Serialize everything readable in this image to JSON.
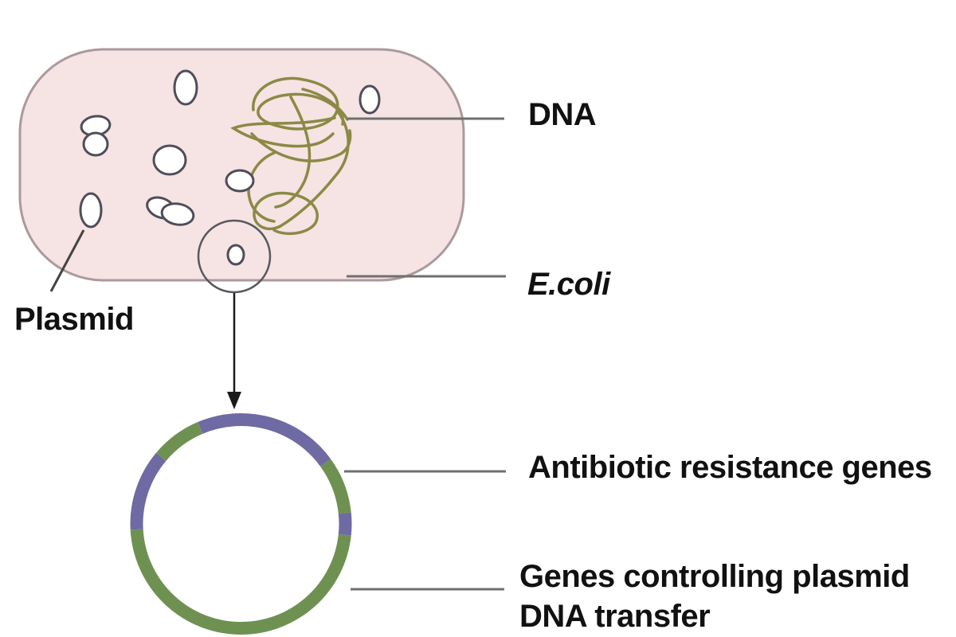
{
  "figure": {
    "subject": "E. coli bacterium containing plasmids and chromosomal DNA, with magnified plasmid ring",
    "labels": {
      "dna": "DNA",
      "ecoli": "E.coli",
      "plasmid": "Plasmid",
      "antibiotic": "Antibiotic resistance genes",
      "genes_line1": "Genes controlling plasmid",
      "genes_line2": "DNA transfer"
    },
    "ring_legend": [
      {
        "color_key": "ring_purple",
        "meaning": "Antibiotic resistance genes"
      },
      {
        "color_key": "ring_green",
        "meaning": "Genes controlling plasmid DNA transfer"
      }
    ],
    "plasmid_count_in_cell": 10
  },
  "colors": {
    "cell_fill": "#f6e3e3",
    "cell_stroke": "#ab9a9d",
    "plasmid_outline": "#4e4e5a",
    "plasmid_fill": "#ffffff",
    "dna_tangle": "#8a8a45",
    "ring_purple": "#6f6aa3",
    "ring_green": "#6e9152",
    "leader_line": "#6f6f6f",
    "plasmid_leader": "#444444",
    "magnifier_stroke": "#58585f",
    "arrow": "#1a1a1a",
    "text": "#111111"
  }
}
